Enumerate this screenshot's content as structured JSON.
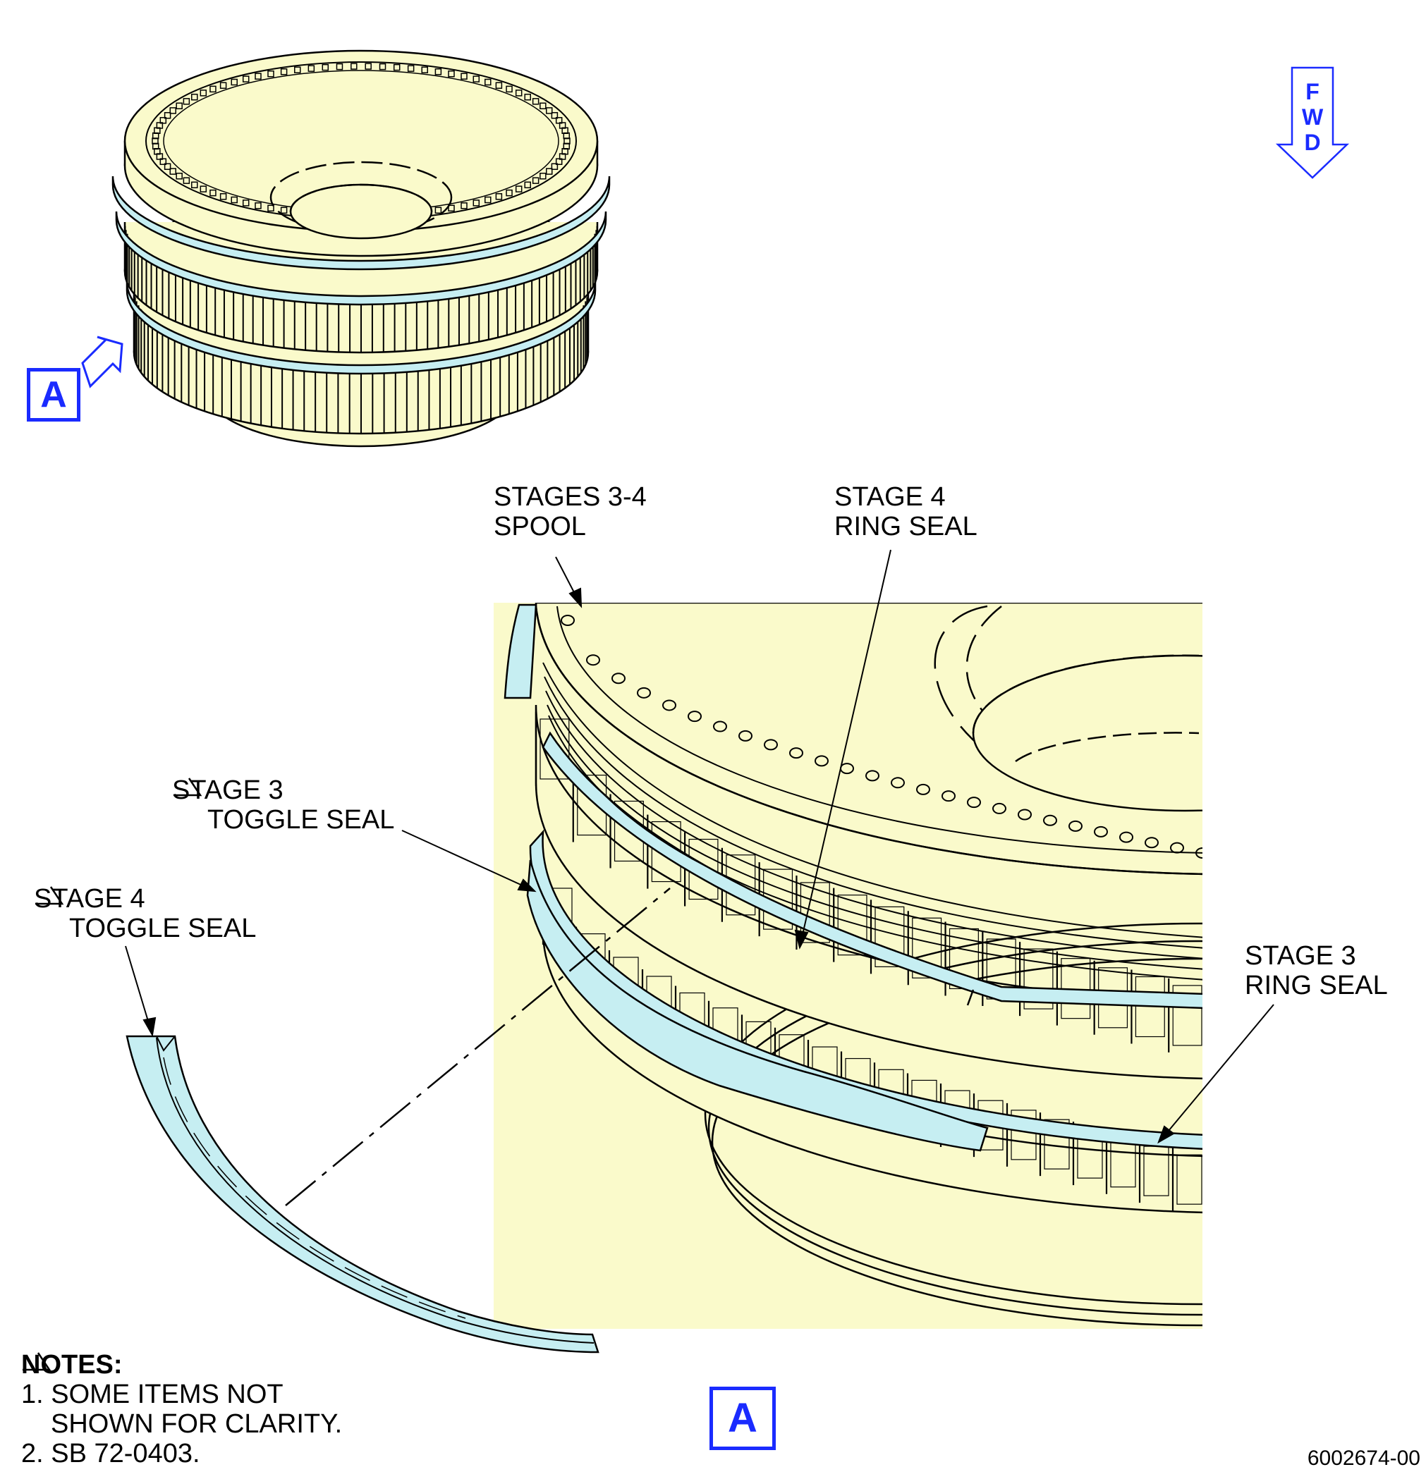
{
  "orientation": {
    "letters": [
      "F",
      "W",
      "D"
    ],
    "color": "#1a2bff"
  },
  "view_reference": {
    "letter": "A",
    "color": "#1a2bff"
  },
  "callouts": {
    "spool": {
      "line1": "STAGES 3-4",
      "line2": "SPOOL"
    },
    "stage4_ring_seal": {
      "line1": "STAGE 4",
      "line2": "RING SEAL"
    },
    "stage3_toggle_seal": {
      "line1": "STAGE 3",
      "line2": "TOGGLE SEAL"
    },
    "stage4_toggle_seal": {
      "line1": "STAGE 4",
      "line2": "TOGGLE SEAL"
    },
    "stage3_ring_seal": {
      "line1": "STAGE 3",
      "line2": "RING SEAL"
    }
  },
  "notes": {
    "title": "NOTES:",
    "note1_line1": "1. SOME ITEMS NOT",
    "note1_line2": "SHOWN FOR CLARITY.",
    "note2_prefix": "2.",
    "note2_text": "SB 72-0403."
  },
  "figure_id": "6002674-00",
  "colors": {
    "part_fill": "#fafacb",
    "seal_fill": "#c6eef2",
    "outline": "#000000"
  }
}
